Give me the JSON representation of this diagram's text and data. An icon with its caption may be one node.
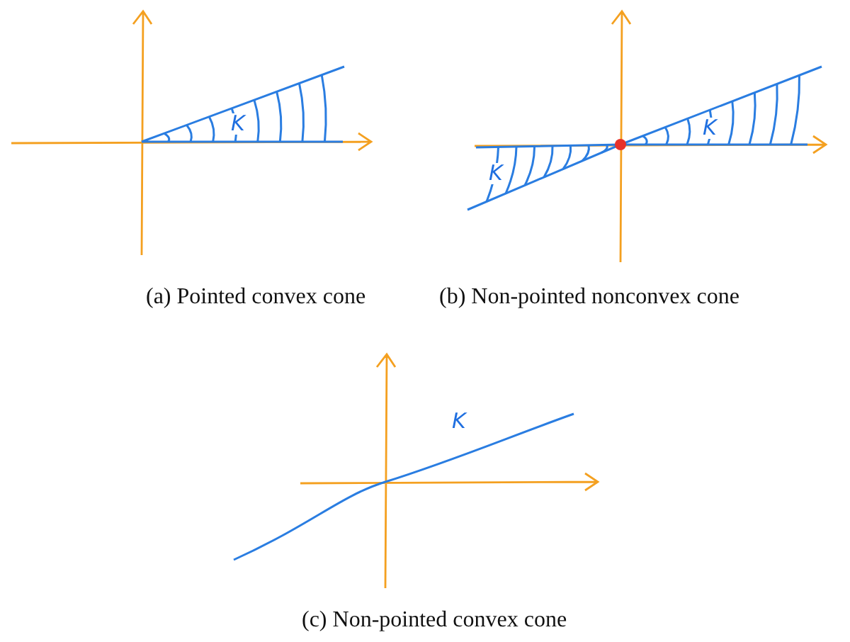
{
  "diagram": {
    "labels": [
      "K",
      "(a) Pointed convex cone",
      "K",
      "K",
      "(b) Non-pointed nonconvex cone",
      "K",
      "(c) Non-pointed convex cone"
    ]
  }
}
